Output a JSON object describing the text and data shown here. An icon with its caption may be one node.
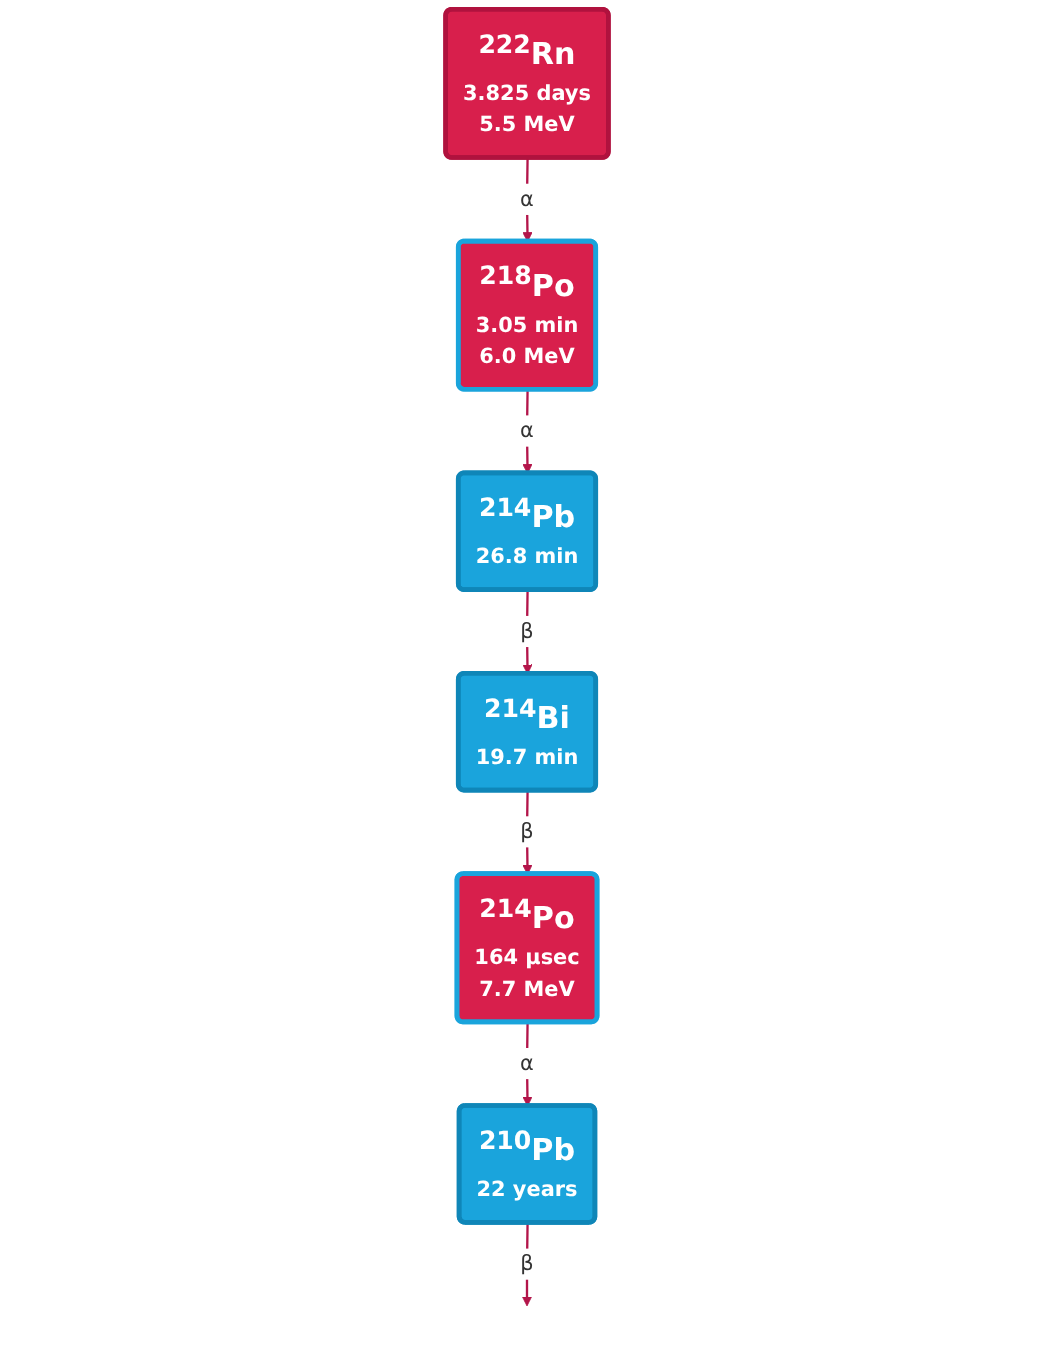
{
  "diagram": {
    "nodes": [
      {
        "text": [
          "$^{222}$Rn",
          "3.825 days",
          "5.5 MeV"
        ]
      },
      {
        "text": [
          "$^{218}$Po",
          "3.05 min",
          "6.0 MeV"
        ]
      },
      {
        "text": [
          "$^{214}$Pb",
          "26.8 min"
        ]
      },
      {
        "text": [
          "$^{214}$Bi",
          "19.7 min"
        ]
      },
      {
        "text": [
          "$^{214}$Po",
          "164 μsec",
          "7.7 MeV"
        ]
      },
      {
        "text": [
          "$^{210}$Pb",
          "22 years"
        ]
      }
    ],
    "edges": [
      {
        "from": 0,
        "to": 1,
        "arrow": "to",
        "label": "α"
      },
      {
        "from": 1,
        "to": 2,
        "arrow": "to",
        "label": "α"
      },
      {
        "from": 2,
        "to": 3,
        "arrow": "to",
        "label": "β"
      },
      {
        "from": 3,
        "to": 4,
        "arrow": "to",
        "label": "β"
      },
      {
        "from": 4,
        "to": 5,
        "arrow": "to",
        "label": "α"
      },
      {
        "from": 5,
        "to": null,
        "arrow": "to",
        "label": "β"
      }
    ]
  }
}
